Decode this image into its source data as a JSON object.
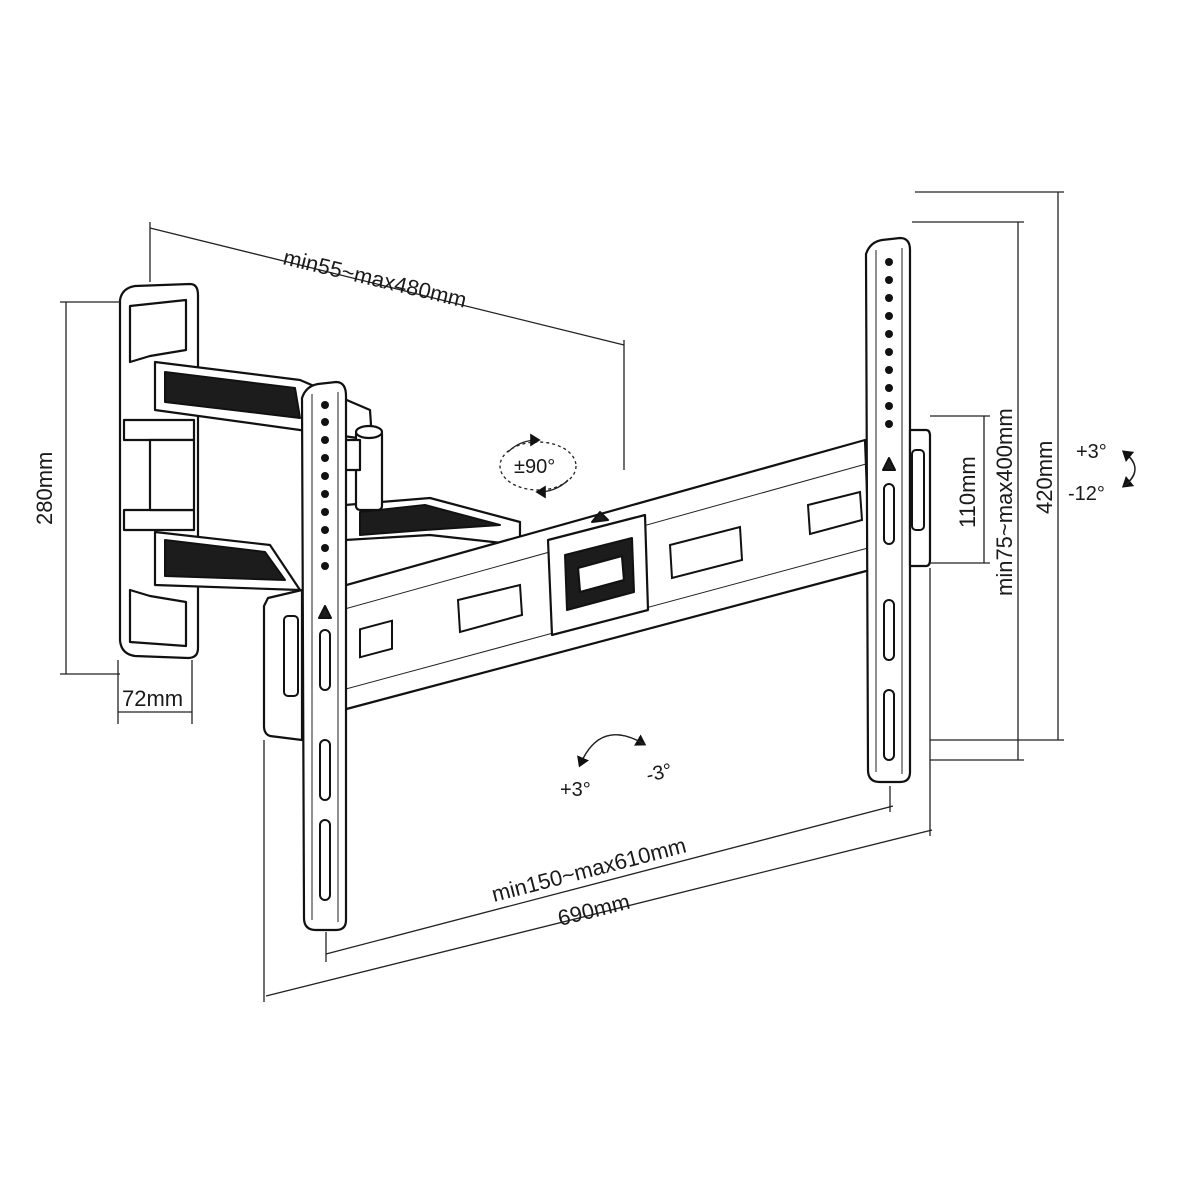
{
  "dimensions": {
    "arm_extension": "min55~max480mm",
    "swivel": "±90°",
    "wall_plate_height": "280mm",
    "wall_plate_depth": "72mm",
    "vesa_vertical": "110mm",
    "vesa_vertical_range": "min75~max400mm",
    "bracket_height": "420mm",
    "vesa_horizontal_range": "min150~max610mm",
    "overall_width": "690mm"
  },
  "tilt": {
    "up": "+3°",
    "down": "-12°"
  },
  "level": {
    "plus": "+3°",
    "minus": "-3°"
  },
  "colors": {
    "line": "#111111",
    "background": "#ffffff"
  }
}
